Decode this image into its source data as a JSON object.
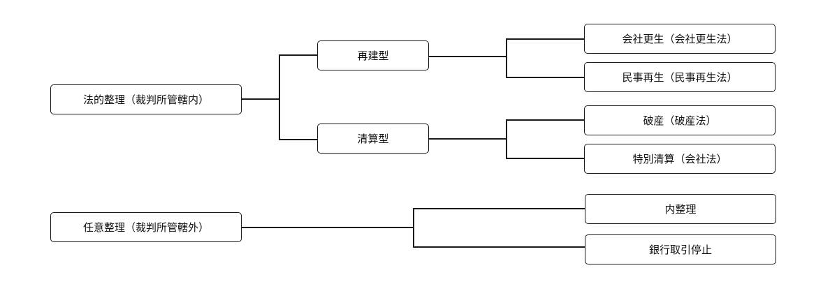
{
  "legal": {
    "label": "法的整理（裁判所管轄内）",
    "rebuild": {
      "label": "再建型",
      "children": [
        "会社更生（会社更生法）",
        "民事再生（民事再生法）"
      ]
    },
    "liquidation": {
      "label": "清算型",
      "children": [
        "破産（破産法）",
        "特別清算（会社法）"
      ]
    }
  },
  "private": {
    "label": "任意整理（裁判所管轄外）",
    "children": [
      "内整理",
      "銀行取引停止"
    ]
  }
}
